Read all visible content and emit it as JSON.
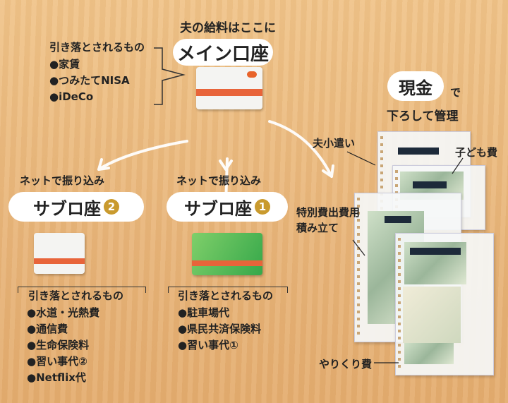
{
  "main": {
    "caption": "夫の給料はここに",
    "title": "メイン口座",
    "debit_heading": "引き落とされるもの",
    "debits": [
      "●家賃",
      "●つみたてNISA",
      "●iDeCo"
    ]
  },
  "cash": {
    "title": "現金",
    "suffix": "で",
    "subtitle": "下ろして管理",
    "labels": {
      "husband": "夫小遣い",
      "children": "子ども費",
      "special_line1": "特別費出費用",
      "special_line2": "積み立て",
      "living": "やりくり費"
    }
  },
  "sub2": {
    "caption": "ネットで振り込み",
    "title": "サブロ座",
    "badge": "2",
    "debit_heading": "引き落とされるもの",
    "debits": [
      "●水道・光熱費",
      "●通信費",
      "●生命保険料",
      "●習い事代②",
      "●Netflix代"
    ]
  },
  "sub1": {
    "caption": "ネットで振り込み",
    "title": "サブロ座",
    "badge": "1",
    "debit_heading": "引き落とされるもの",
    "debits": [
      "●駐車場代",
      "●県民共済保険料",
      "●習い事代①"
    ]
  }
}
